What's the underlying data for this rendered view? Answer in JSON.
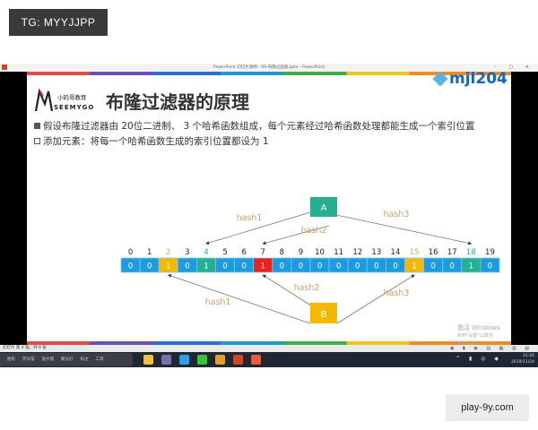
{
  "overlay": {
    "tg_label": "TG: MYYJJPP",
    "site_label": "play-9y.com"
  },
  "window": {
    "title": "PowerPoint 幻灯片放映 - 09-布隆过滤器.pptx - PowerPoint",
    "controls": "– ▢ ×"
  },
  "watermark": {
    "text": "mjl204"
  },
  "slide": {
    "logo": {
      "cn": "小码哥教育",
      "en": "SEEMYGO"
    },
    "title": "布隆过滤器的原理",
    "bullets": [
      {
        "marker": "filled-square",
        "text": "假设布隆过滤器由 20位二进制、 3 个哈希函数组成，每个元素经过哈希函数处理都能生成一个索引位置"
      },
      {
        "marker": "hollow-square",
        "text": "添加元素：将每一个哈希函数生成的索引位置都设为 1"
      }
    ],
    "diagram": {
      "indices": [
        "0",
        "1",
        "2",
        "3",
        "4",
        "5",
        "6",
        "7",
        "8",
        "9",
        "10",
        "11",
        "12",
        "13",
        "14",
        "15",
        "16",
        "17",
        "18",
        "19"
      ],
      "bits": [
        0,
        0,
        1,
        0,
        1,
        0,
        0,
        1,
        0,
        0,
        0,
        0,
        0,
        0,
        0,
        1,
        0,
        0,
        1,
        0
      ],
      "cell_colors": [
        "blue",
        "blue",
        "yellow",
        "blue",
        "teal",
        "blue",
        "blue",
        "red",
        "blue",
        "blue",
        "blue",
        "blue",
        "blue",
        "blue",
        "blue",
        "yellow",
        "blue",
        "blue",
        "teal",
        "blue"
      ],
      "colors": {
        "blue": "#1e9be0",
        "yellow": "#f5b800",
        "teal": "#26b08f",
        "red": "#e8221b",
        "hash_label": "#c9a36a"
      },
      "element_a": {
        "label": "A",
        "hashes": [
          {
            "name": "hash1",
            "index": 4
          },
          {
            "name": "hash2",
            "index": 7
          },
          {
            "name": "hash3",
            "index": 18
          }
        ]
      },
      "element_b": {
        "label": "B",
        "hashes": [
          {
            "name": "hash1",
            "index": 2
          },
          {
            "name": "hash2",
            "index": 7
          },
          {
            "name": "hash3",
            "index": 15
          }
        ]
      }
    },
    "activation": {
      "line1": "激活 Windows",
      "line2": "转到\"设置\"以激活Windows。"
    }
  },
  "statusbar": {
    "left": "幻灯片 第 4 张，共 6 张",
    "right_icons": "◉ ▮ ◉ ▤ ▦ ▥ ▧"
  },
  "taskbar": {
    "left_items": [
      "图形",
      "荧光笔",
      "放大镜",
      "聚光灯",
      "标注",
      "工具"
    ],
    "apps": [
      {
        "name": "file-explorer",
        "color": "#f0c040"
      },
      {
        "name": "media-app",
        "color": "#7a6fa8"
      },
      {
        "name": "xmind",
        "color": "#2e9fe6"
      },
      {
        "name": "camtasia",
        "color": "#3fbf3f"
      },
      {
        "name": "chrome",
        "color": "#e0a030"
      },
      {
        "name": "powerpoint",
        "color": "#d24726"
      },
      {
        "name": "recorder",
        "color": "#e85c3a"
      }
    ],
    "time": "21:26",
    "date": "2019/11/24"
  }
}
